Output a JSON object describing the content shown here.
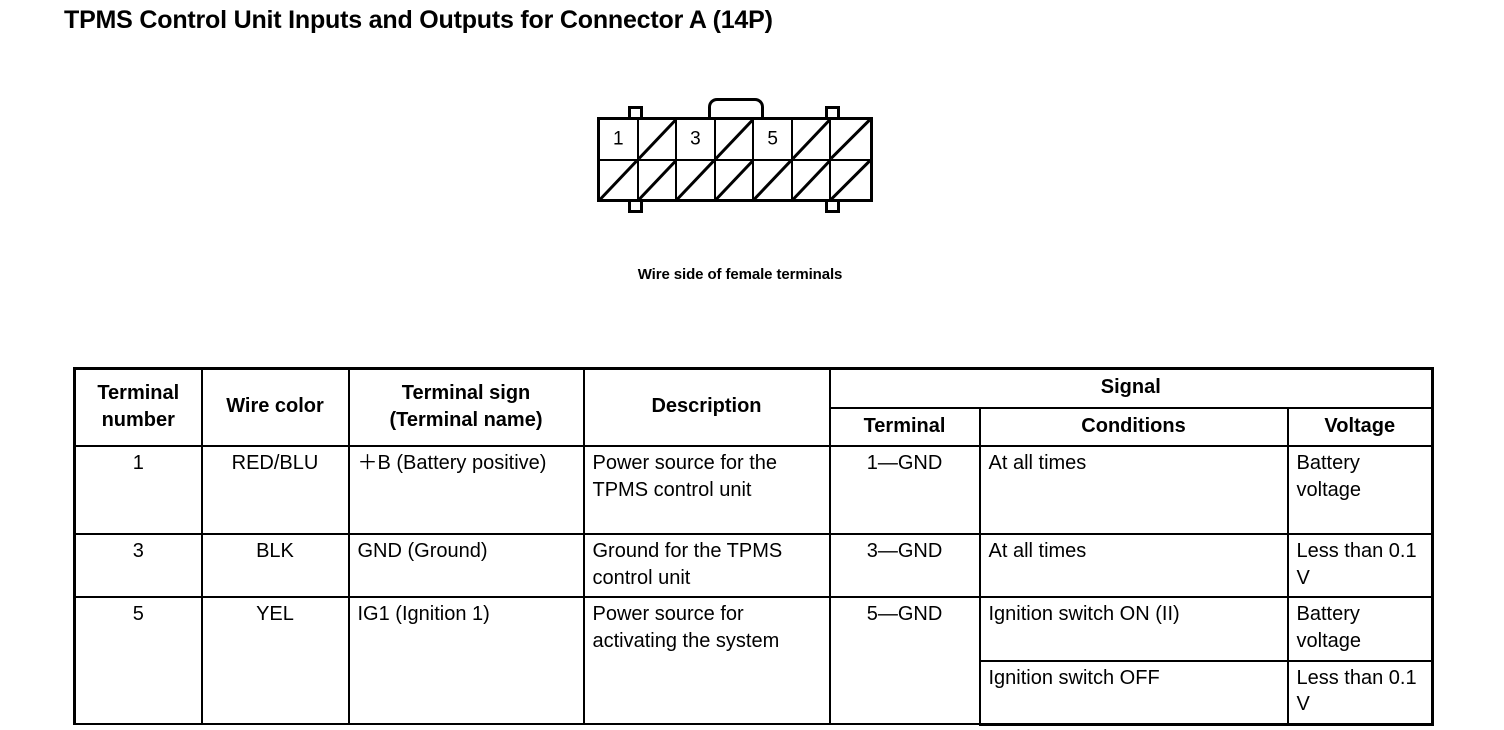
{
  "title": "TPMS Control Unit Inputs and Outputs for Connector A (14P)",
  "connector": {
    "caption": "Wire side of female terminals",
    "total_pins": "14P",
    "columns": 7,
    "rows": 2,
    "top_row_labels": [
      "1",
      "",
      "3",
      "",
      "5",
      "",
      ""
    ],
    "bottom_row_labels": [
      "",
      "",
      "",
      "",
      "",
      "",
      ""
    ],
    "top_row_blanked": [
      false,
      true,
      false,
      true,
      false,
      true,
      true
    ],
    "bottom_row_blanked": [
      true,
      true,
      true,
      true,
      true,
      true,
      true
    ]
  },
  "table": {
    "headers": {
      "terminal_number_line1": "Terminal",
      "terminal_number_line2": "number",
      "wire_color": "Wire color",
      "terminal_sign_line1": "Terminal sign",
      "terminal_sign_line2": "(Terminal name)",
      "description": "Description",
      "signal": "Signal",
      "signal_terminal": "Terminal",
      "signal_conditions": "Conditions",
      "signal_voltage": "Voltage"
    },
    "rows": [
      {
        "terminal_number": "1",
        "wire_color": "RED/BLU",
        "terminal_sign": "＋B (Battery positive)",
        "description": "Power source for the TPMS control unit",
        "signal_terminal": "1—GND",
        "signals": [
          {
            "conditions": "At all times",
            "voltage": "Battery voltage"
          }
        ]
      },
      {
        "terminal_number": "3",
        "wire_color": "BLK",
        "terminal_sign": "GND (Ground)",
        "description": "Ground for the TPMS control unit",
        "signal_terminal": "3—GND",
        "signals": [
          {
            "conditions": "At all times",
            "voltage": "Less than 0.1 V"
          }
        ]
      },
      {
        "terminal_number": "5",
        "wire_color": "YEL",
        "terminal_sign": "IG1 (Ignition 1)",
        "description": "Power source for activating the system",
        "signal_terminal": "5—GND",
        "signals": [
          {
            "conditions": "Ignition switch ON (II)",
            "voltage": "Battery voltage"
          },
          {
            "conditions": "Ignition switch OFF",
            "voltage": "Less than 0.1 V"
          }
        ]
      }
    ]
  }
}
